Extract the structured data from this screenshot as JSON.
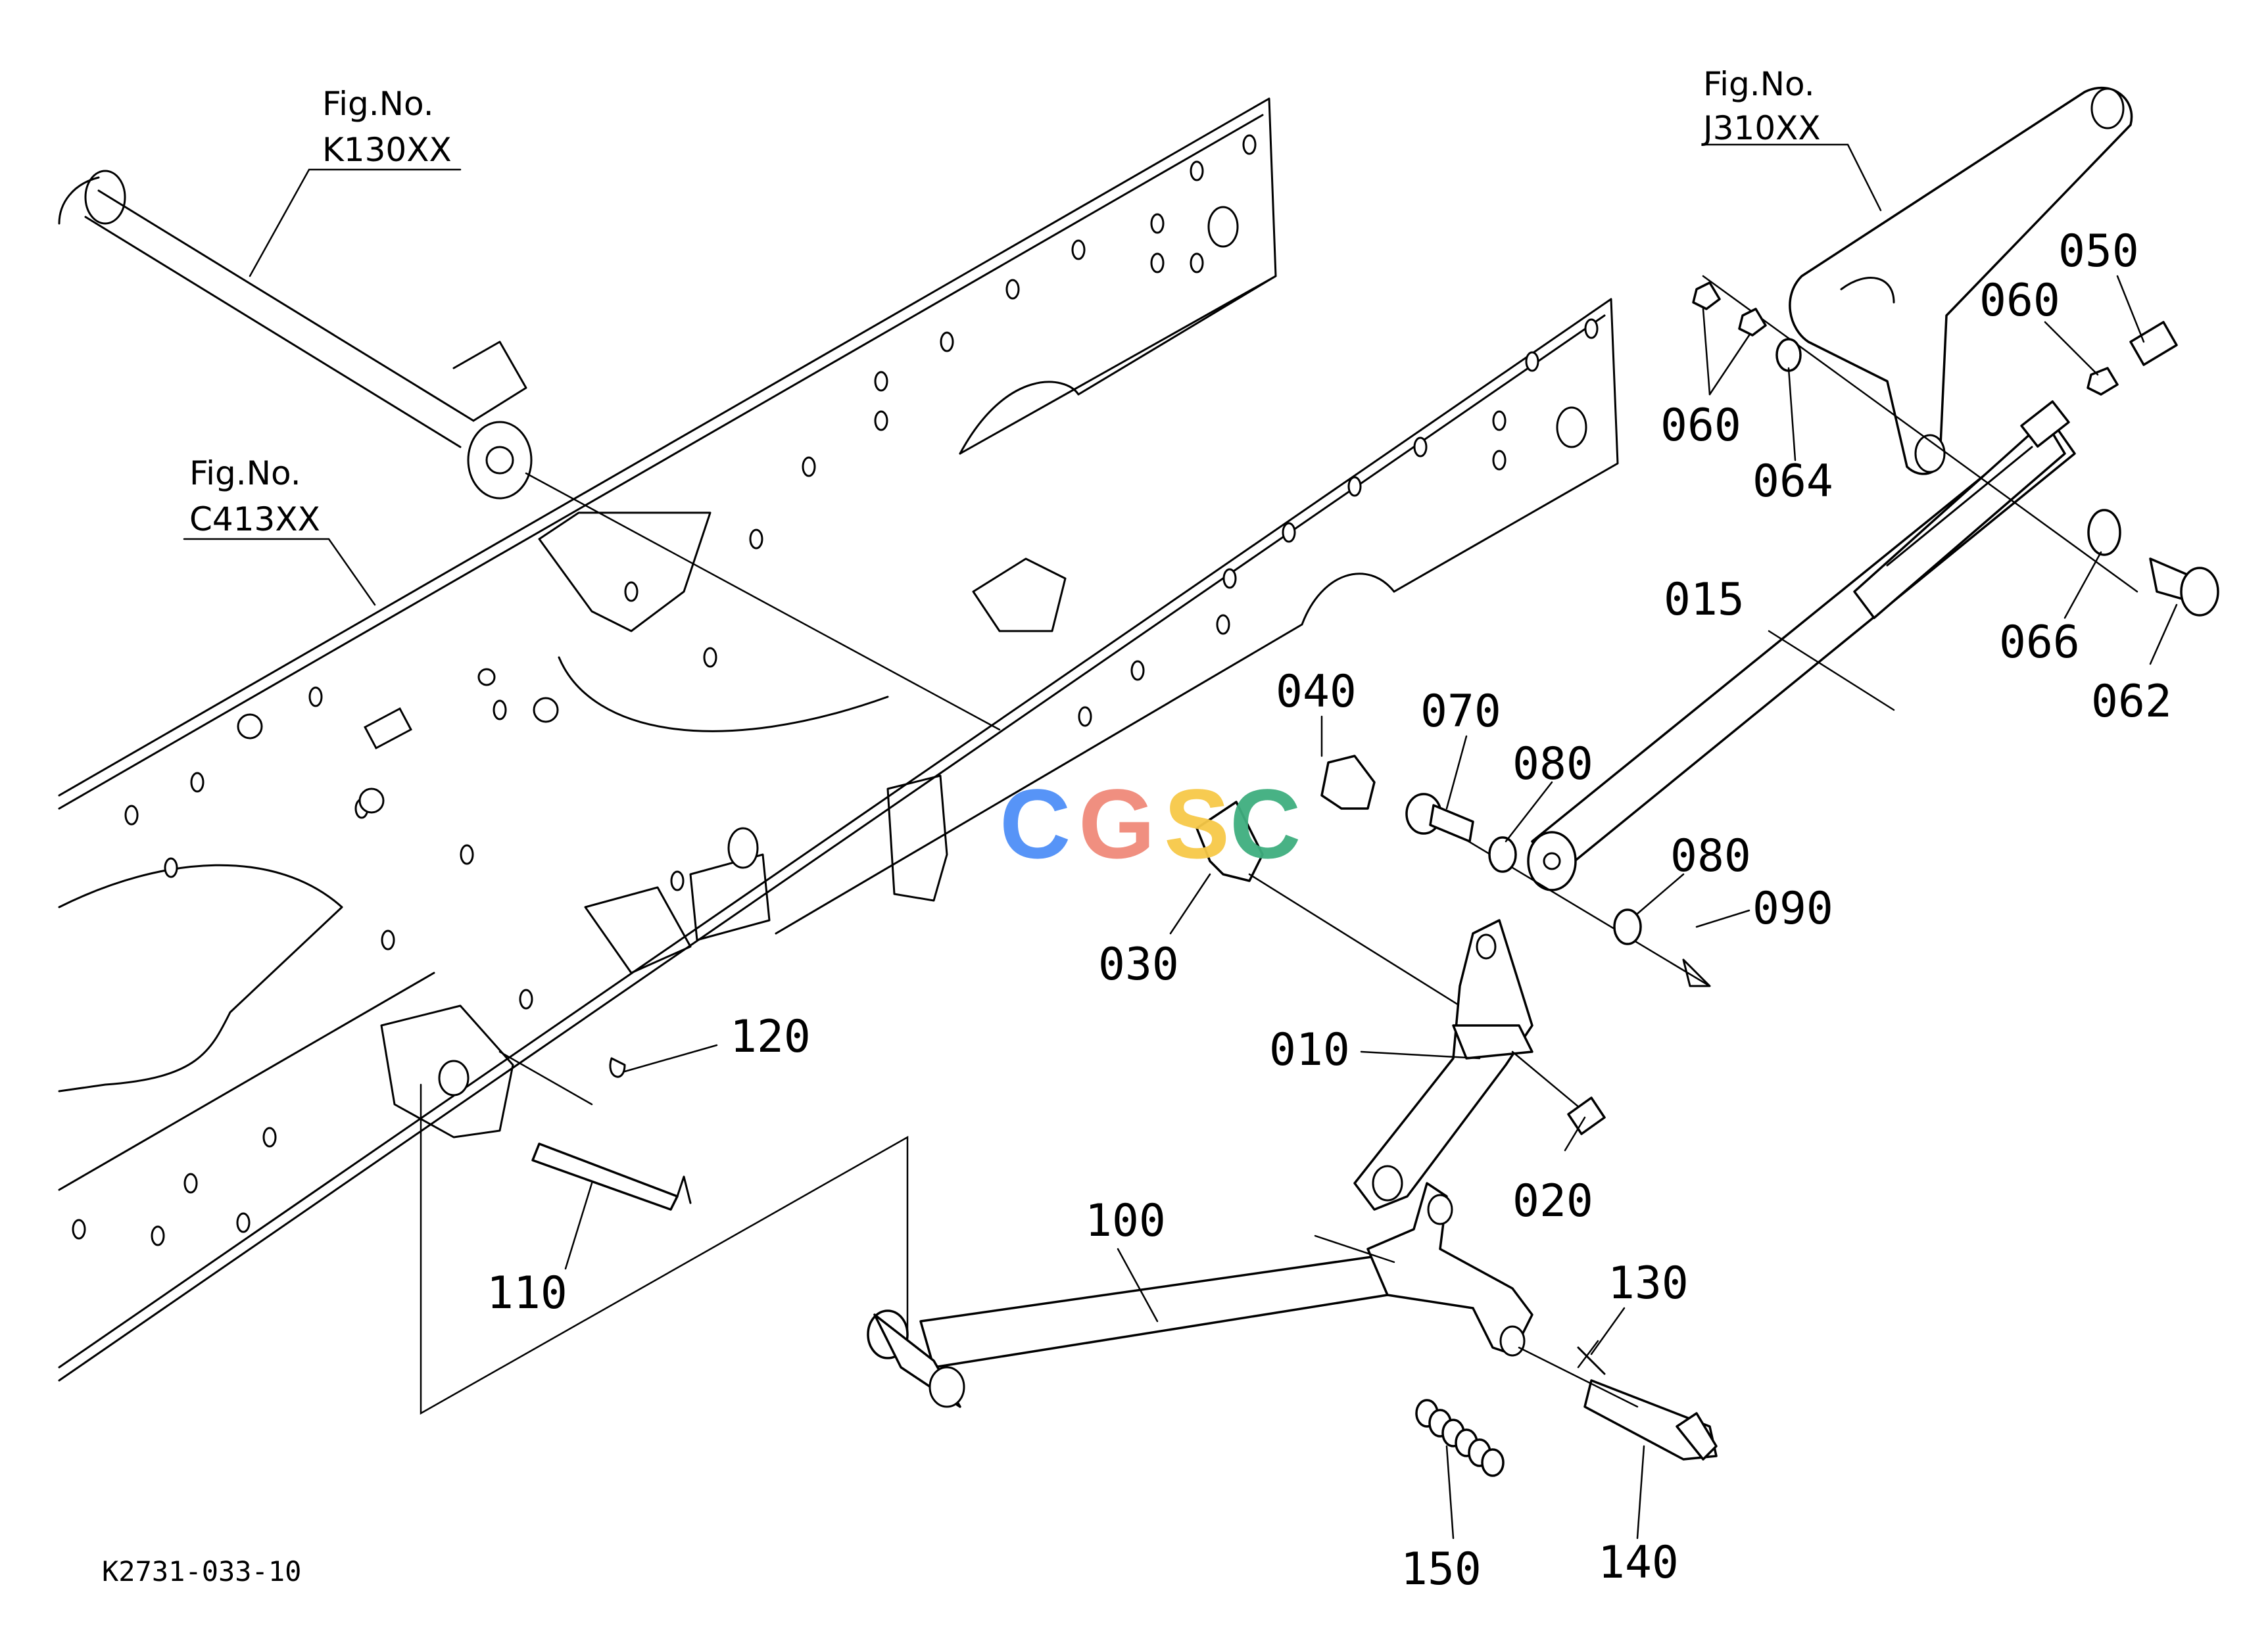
{
  "figure_refs": [
    {
      "line1": "Fig.No.",
      "line2": "K130XX"
    },
    {
      "line1": "Fig.No.",
      "line2": "C413XX"
    },
    {
      "line1": "Fig.No.",
      "line2": "J310XX"
    }
  ],
  "callouts": {
    "p010": "010",
    "p015": "015",
    "p020": "020",
    "p030": "030",
    "p040": "040",
    "p050": "050",
    "p060a": "060",
    "p060b": "060",
    "p062": "062",
    "p064": "064",
    "p066": "066",
    "p070": "070",
    "p080a": "080",
    "p080b": "080",
    "p090": "090",
    "p100": "100",
    "p110": "110",
    "p120": "120",
    "p130": "130",
    "p140": "140",
    "p150": "150"
  },
  "drawing_code": "K2731-033-10",
  "watermark": {
    "letters": [
      "C",
      "G",
      "S",
      "C"
    ],
    "colors": [
      "#4f8ff7",
      "#f08a7a",
      "#f7c948",
      "#3fae7f"
    ]
  }
}
